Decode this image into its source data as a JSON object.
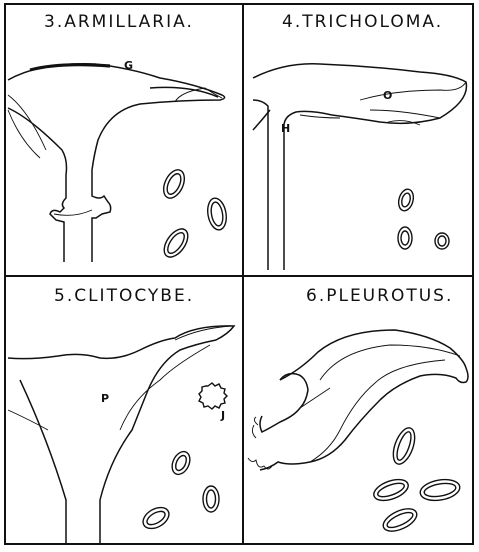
{
  "panels": [
    {
      "title": "3.ARMILLARIA.",
      "labels": [
        "G"
      ]
    },
    {
      "title": "4.TRICHOLOMA.",
      "labels": [
        "O",
        "H"
      ]
    },
    {
      "title": "5.CLITOCYBE.",
      "labels": [
        "P",
        "J"
      ]
    },
    {
      "title": "6.PLEUROTUS.",
      "labels": []
    }
  ]
}
